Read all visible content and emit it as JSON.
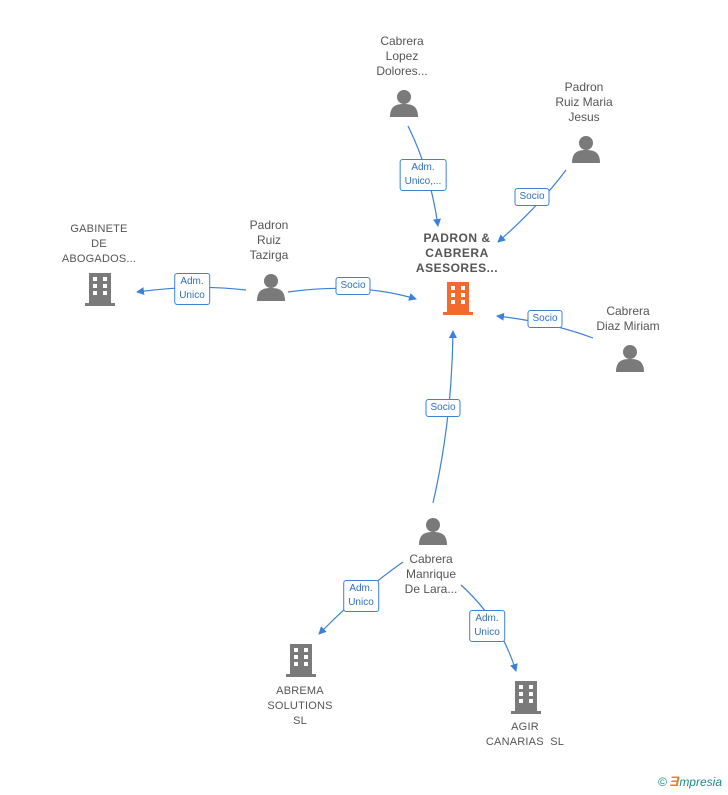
{
  "nodes": {
    "cabrera_lopez": "Cabrera\nLopez\nDolores...",
    "padron_ruiz_maria": "Padron\nRuiz Maria\nJesus",
    "main_company": "PADRON &\nCABRERA\nASESORES...",
    "gabinete": "GABINETE\nDE\nABOGADOS...",
    "padron_ruiz_tazirga": "Padron\nRuiz\nTazirga",
    "cabrera_diaz": "Cabrera\nDiaz Miriam",
    "cabrera_manrique": "Cabrera\nManrique\nDe Lara...",
    "abrema": "ABREMA\nSOLUTIONS\nSL",
    "agir": "AGIR\nCANARIAS  SL"
  },
  "edges": {
    "adm_unico_cabrera_lopez": "Adm.\nUnico,...",
    "socio_padron_maria": "Socio",
    "adm_unico_gabinete": "Adm.\nUnico",
    "socio_tazirga": "Socio",
    "socio_cabrera_diaz": "Socio",
    "socio_manrique": "Socio",
    "adm_unico_abrema": "Adm.\nUnico",
    "adm_unico_agir": "Adm.\nUnico"
  },
  "brand": {
    "copyright": "©",
    "e": "Ǝ",
    "name": "mpresia"
  },
  "colors": {
    "edge": "#3b82d6",
    "person": "#7a7a7a",
    "company": "#7a7a7a",
    "main_company": "#f26a2e"
  }
}
